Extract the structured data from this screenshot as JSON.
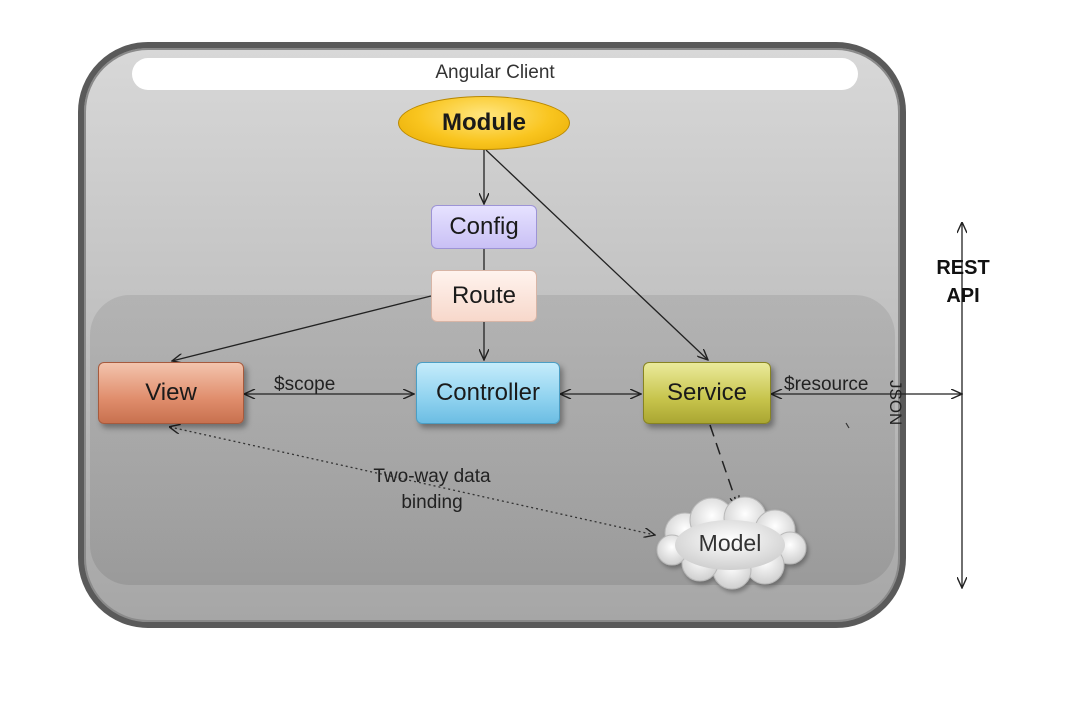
{
  "diagram": {
    "container_title": "Angular Client",
    "nodes": {
      "module": "Module",
      "config": "Config",
      "route": "Route",
      "view": "View",
      "controller": "Controller",
      "service": "Service",
      "model": "Model"
    },
    "edge_labels": {
      "scope": "$scope",
      "resource": "$resource",
      "two_way_line1": "Two-way data",
      "two_way_line2": "binding",
      "json": "JSON"
    },
    "external": {
      "rest_line1": "REST",
      "rest_line2": "API"
    }
  }
}
